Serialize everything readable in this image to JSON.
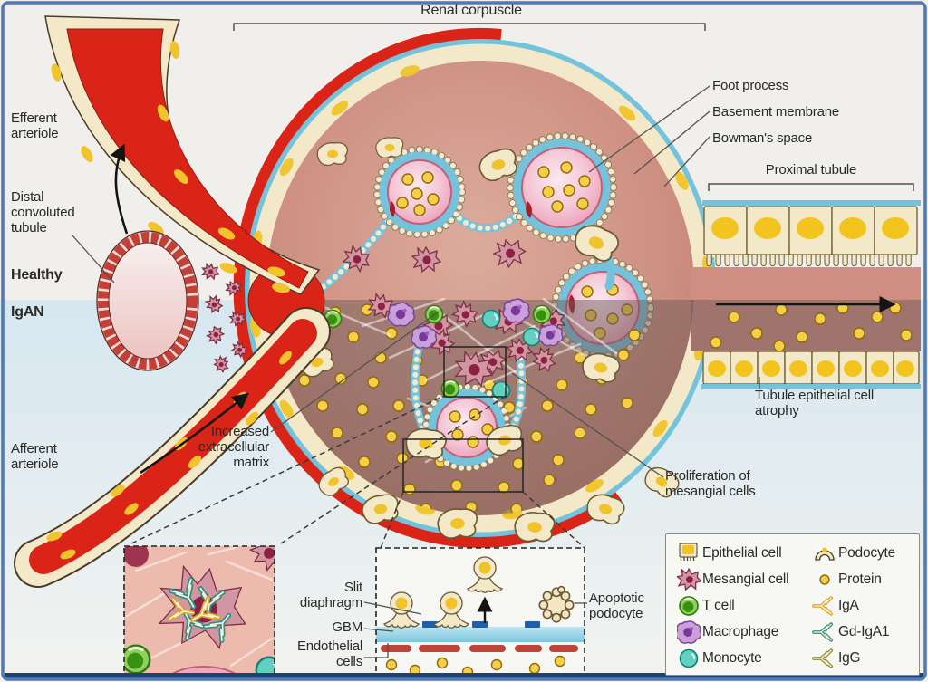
{
  "figure": {
    "title": "Renal corpuscle",
    "states": {
      "healthy": "Healthy",
      "diseased": "IgAN"
    },
    "labels": {
      "foot_process": "Foot process",
      "basement_membrane": "Basement membrane",
      "bowmans_space": "Bowman's space",
      "proximal_tubule": "Proximal tubule",
      "efferent_arteriole": "Efferent arteriole",
      "distal_convoluted_tubule": "Distal convoluted tubule",
      "afferent_arteriole": "Afferent arteriole",
      "increased_extracellular_matrix": "Increased extracellular matrix",
      "tubule_epithelial_cell_atrophy": "Tubule epithelial cell atrophy",
      "proliferation_of_mesangial_cells": "Proliferation of mesangial cells",
      "slit_diaphragm": "Slit diaphragm",
      "gbm": "GBM",
      "endothelial_cells": "Endothelial cells",
      "apoptotic_podocyte": "Apoptotic podocyte"
    }
  },
  "legend": {
    "items": [
      {
        "icon": "epithelial-cell-icon",
        "label": "Epithelial cell"
      },
      {
        "icon": "mesangial-cell-icon",
        "label": "Mesangial cell"
      },
      {
        "icon": "t-cell-icon",
        "label": "T cell"
      },
      {
        "icon": "macrophage-icon",
        "label": "Macrophage"
      },
      {
        "icon": "monocyte-icon",
        "label": "Monocyte"
      },
      {
        "icon": "podocyte-icon",
        "label": "Podocyte"
      },
      {
        "icon": "protein-icon",
        "label": "Protein"
      },
      {
        "icon": "iga-antibody-icon",
        "label": "IgA"
      },
      {
        "icon": "gd-iga1-antibody-icon",
        "label": "Gd-IgA1"
      },
      {
        "icon": "igg-antibody-icon",
        "label": "IgG"
      }
    ]
  },
  "colors": {
    "healthy_background": "#f0efec",
    "igan_background": "#d6e7f0",
    "frame_blue": "#4f79b5",
    "frame_bottom": "#1e4273",
    "blood_red": "#da2417",
    "epithelium_cream": "#f3e9c8",
    "nucleus_yellow": "#f2c41d",
    "basement_membrane_blue": "#74c3dc",
    "capillary_pink": "#f3c3d3",
    "mesangial_pink": "#d295a2",
    "macrophage_purple": "#c9a0da",
    "t_cell_green": "#5fb32c",
    "monocyte_teal": "#52c4b5",
    "protein_yellow": "#f6cf45",
    "iga_yellow": "#d9a62e",
    "gd_iga1_teal": "#2f9083",
    "igg_olive": "#8a9038",
    "slit_diaphragm_blue": "#1f5fa8",
    "endothelium_red": "#bf4438"
  }
}
